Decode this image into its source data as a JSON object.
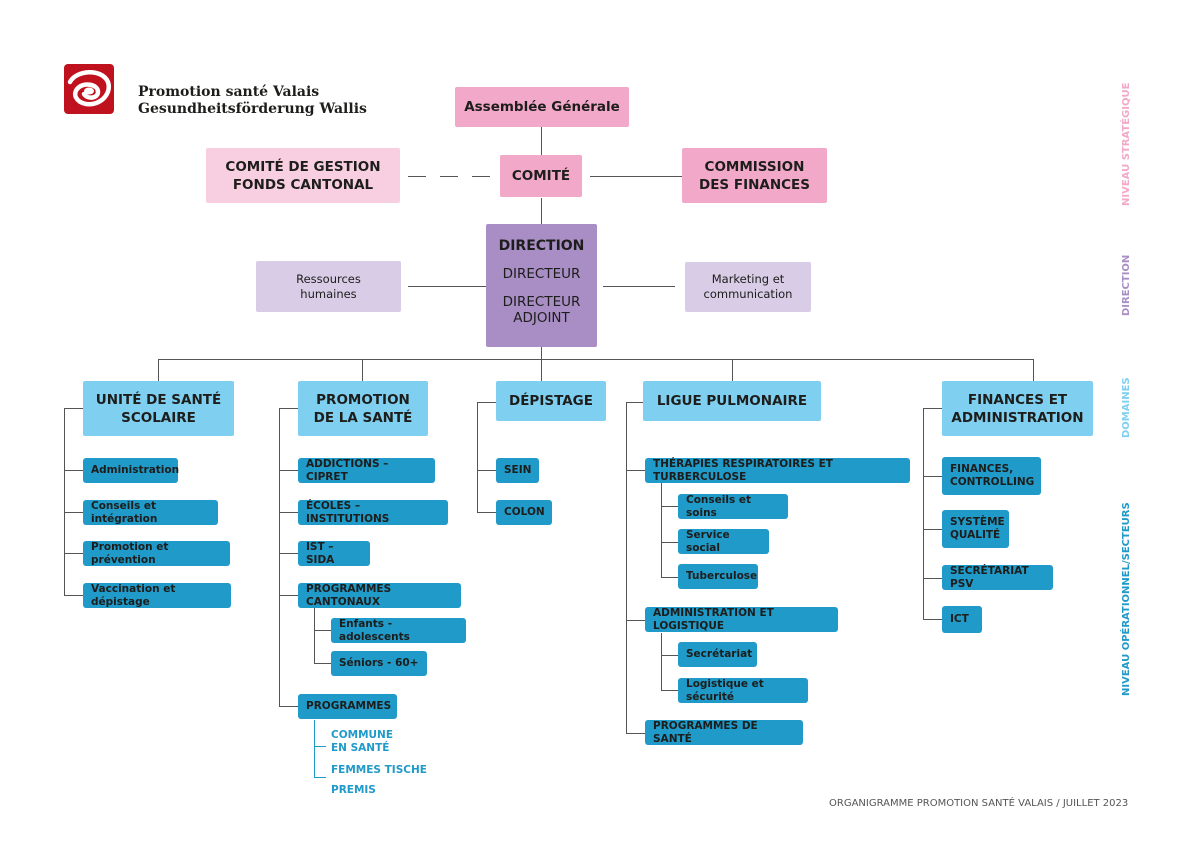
{
  "header": {
    "org_line1": "Promotion santé Valais",
    "org_line2": "Gesundheitsförderung Wallis",
    "logo_icon": "swirl-logo-icon"
  },
  "strategic": {
    "assemblee": "Assemblée Générale",
    "comite": "COMITÉ",
    "comite_gestion_1": "COMITÉ DE GESTION",
    "comite_gestion_2": "FONDS CANTONAL",
    "commission_1": "COMMISSION",
    "commission_2": "DES FINANCES"
  },
  "direction": {
    "title": "DIRECTION",
    "directeur": "DIRECTEUR",
    "adjoint_1": "DIRECTEUR",
    "adjoint_2": "ADJOINT",
    "rh_1": "Ressources",
    "rh_2": "humaines",
    "marketing_1": "Marketing et",
    "marketing_2": "communication"
  },
  "domains": {
    "uss_1": "UNITÉ DE SANTÉ",
    "uss_2": "SCOLAIRE",
    "promo_1": "PROMOTION",
    "promo_2": "DE LA SANTÉ",
    "depistage": "DÉPISTAGE",
    "ligue": "LIGUE PULMONAIRE",
    "fin_1": "FINANCES ET",
    "fin_2": "ADMINISTRATION"
  },
  "uss_items": [
    "Administration",
    "Conseils et intégration",
    "Promotion et prévention",
    "Vaccination et dépistage"
  ],
  "promo_items": {
    "addictions": "ADDICTIONS – CIPRET",
    "ecoles": "ÉCOLES – INSTITUTIONS",
    "ist": "IST – SIDA",
    "prog_cantonaux": "PROGRAMMES CANTONAUX",
    "enfants": "Enfants - adolescents",
    "seniors": "Séniors - 60+",
    "programmes": "PROGRAMMES",
    "commune_1": "COMMUNE",
    "commune_2": "EN SANTÉ",
    "femmes": "FEMMES TISCHE",
    "premis": "PREMIS"
  },
  "depistage_items": [
    "SEIN",
    "COLON"
  ],
  "ligue_items": {
    "therapies": "THÉRAPIES RESPIRATOIRES ET TURBERCULOSE",
    "conseils": "Conseils et soins",
    "service": "Service social",
    "tuberculose": "Tuberculose",
    "admin_log": "ADMINISTRATION ET LOGISTIQUE",
    "secretariat": "Secrétariat",
    "logistique": "Logistique et sécurité",
    "programmes_sante": "PROGRAMMES DE SANTÉ"
  },
  "fin_items": {
    "finances_1": "FINANCES,",
    "finances_2": "CONTROLLING",
    "systeme_1": "SYSTÈME",
    "systeme_2": "QUALITÉ",
    "secretariat_psv": "SECRÉTARIAT PSV",
    "ict": "ICT"
  },
  "side_labels": {
    "strategique": "NIVEAU STRATÉGIQUE",
    "direction": "DIRECTION",
    "domaines": "DOMAINES",
    "operationnel": "NIVEAU OPÉRATIONNEL/SECTEURS"
  },
  "footer": "ORGANIGRAMME PROMOTION SANTÉ VALAIS / JUILLET 2023",
  "colors": {
    "pink_strong": "#f2a8c8",
    "pink_light": "#f8cfe0",
    "purple": "#a88ec4",
    "lavender": "#d8cce6",
    "light_blue": "#7fcff0",
    "blue": "#1f9ac9",
    "logo_red": "#c0111f"
  }
}
